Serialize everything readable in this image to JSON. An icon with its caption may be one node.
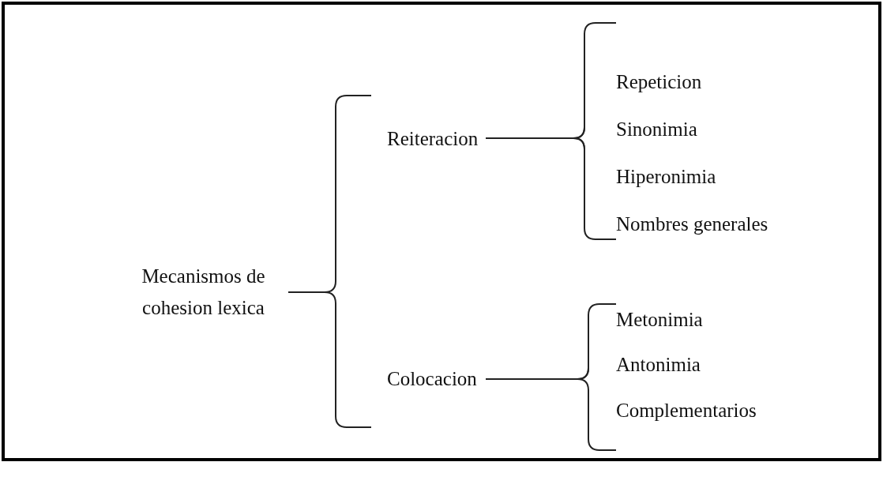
{
  "diagram": {
    "nodes": [
      {
        "text": [
          "Mecanismos de cohesion lexica"
        ]
      },
      {
        "text": [
          "Reiteracion"
        ]
      },
      {
        "text": [
          "Repeticion"
        ]
      },
      {
        "text": [
          "Sinonimia"
        ]
      },
      {
        "text": [
          "Hiperonimia"
        ]
      },
      {
        "text": [
          "Nombres generales"
        ]
      },
      {
        "text": [
          "Colocacion"
        ]
      },
      {
        "text": [
          "Metonimia"
        ]
      },
      {
        "text": [
          "Antonimia"
        ]
      },
      {
        "text": [
          "Complementarios"
        ]
      }
    ],
    "edges": [
      {
        "from": 0,
        "to": 1,
        "arrow": "none"
      },
      {
        "from": 0,
        "to": 6,
        "arrow": "none"
      },
      {
        "from": 1,
        "to": 2,
        "arrow": "none"
      },
      {
        "from": 1,
        "to": 3,
        "arrow": "none"
      },
      {
        "from": 1,
        "to": 4,
        "arrow": "none"
      },
      {
        "from": 1,
        "to": 5,
        "arrow": "none"
      },
      {
        "from": 6,
        "to": 7,
        "arrow": "none"
      },
      {
        "from": 6,
        "to": 8,
        "arrow": "none"
      },
      {
        "from": 6,
        "to": 9,
        "arrow": "none"
      }
    ]
  }
}
